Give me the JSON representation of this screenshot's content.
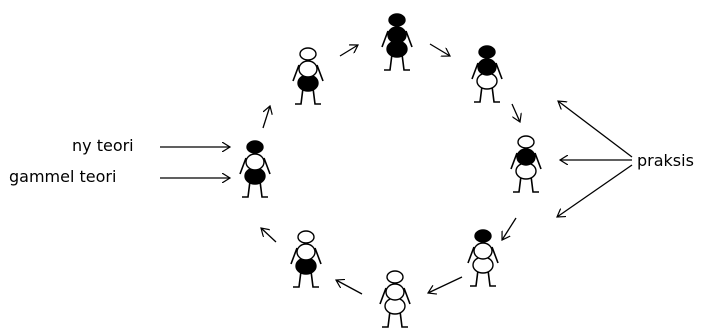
{
  "labels": {
    "new_theory": "ny teori",
    "old_theory": "gammel teori",
    "practice": "praksis"
  },
  "colors": {
    "ink": "#000000",
    "paper": "#ffffff"
  },
  "figures": [
    {
      "name": "figure-1",
      "head": "filled",
      "torso": "filled",
      "hips": "filled"
    },
    {
      "name": "figure-2",
      "head": "filled",
      "torso": "filled",
      "hips": "empty"
    },
    {
      "name": "figure-3",
      "head": "empty",
      "torso": "filled",
      "hips": "empty"
    },
    {
      "name": "figure-4",
      "head": "filled",
      "torso": "empty",
      "hips": "empty"
    },
    {
      "name": "figure-5",
      "head": "empty",
      "torso": "empty",
      "hips": "empty"
    },
    {
      "name": "figure-6",
      "head": "empty",
      "torso": "empty",
      "hips": "filled"
    },
    {
      "name": "figure-7",
      "head": "filled",
      "torso": "empty",
      "hips": "filled"
    },
    {
      "name": "figure-8",
      "head": "empty",
      "torso": "empty",
      "hips": "filled"
    }
  ]
}
